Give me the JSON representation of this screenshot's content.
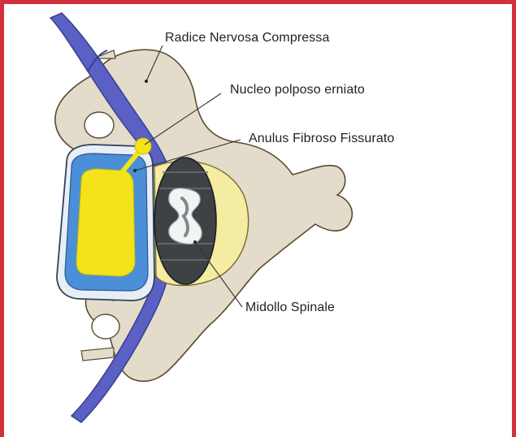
{
  "labels": {
    "compressed_root": "Radice Nervosa Compressa",
    "herniated_nucleus": "Nucleo polposo erniato",
    "fissured_annulus": "Anulus Fibroso Fissurato",
    "spinal_cord": "Midollo Spinale"
  },
  "colors": {
    "frame": "#d0313a",
    "bone": "#e4dccb",
    "nerve": "#5a60c4",
    "disc_annulus": "#4a8fd8",
    "nucleus": "#f2e31a",
    "dura": "#f4eca0",
    "cord_dark": "#3e4245",
    "cord_white": "#f2f4f4"
  }
}
